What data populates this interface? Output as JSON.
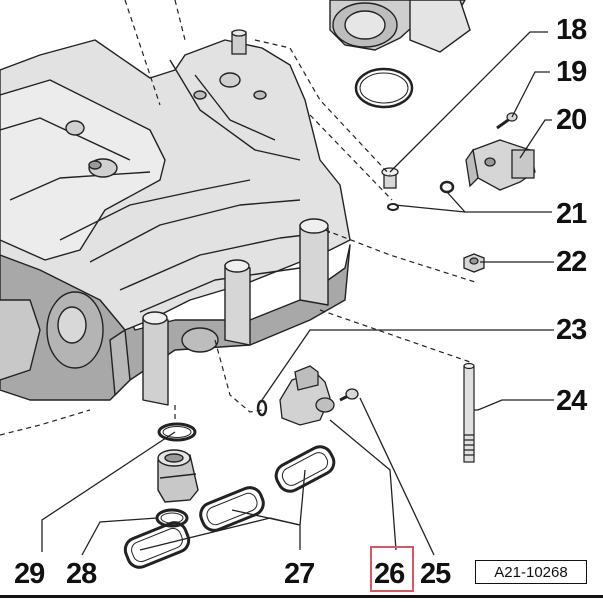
{
  "callouts": {
    "c18": "18",
    "c19": "19",
    "c20": "20",
    "c21": "21",
    "c22": "22",
    "c23": "23",
    "c24": "24",
    "c25": "25",
    "c26": "26",
    "c27": "27",
    "c28": "28",
    "c29": "29"
  },
  "reference_code": "A21-10268",
  "highlighted_callout": "26",
  "colors": {
    "line": "#111111",
    "housing": "#dcdcdc",
    "housing_shadow": "#9a9a9a",
    "highlight": "#e0555f"
  }
}
